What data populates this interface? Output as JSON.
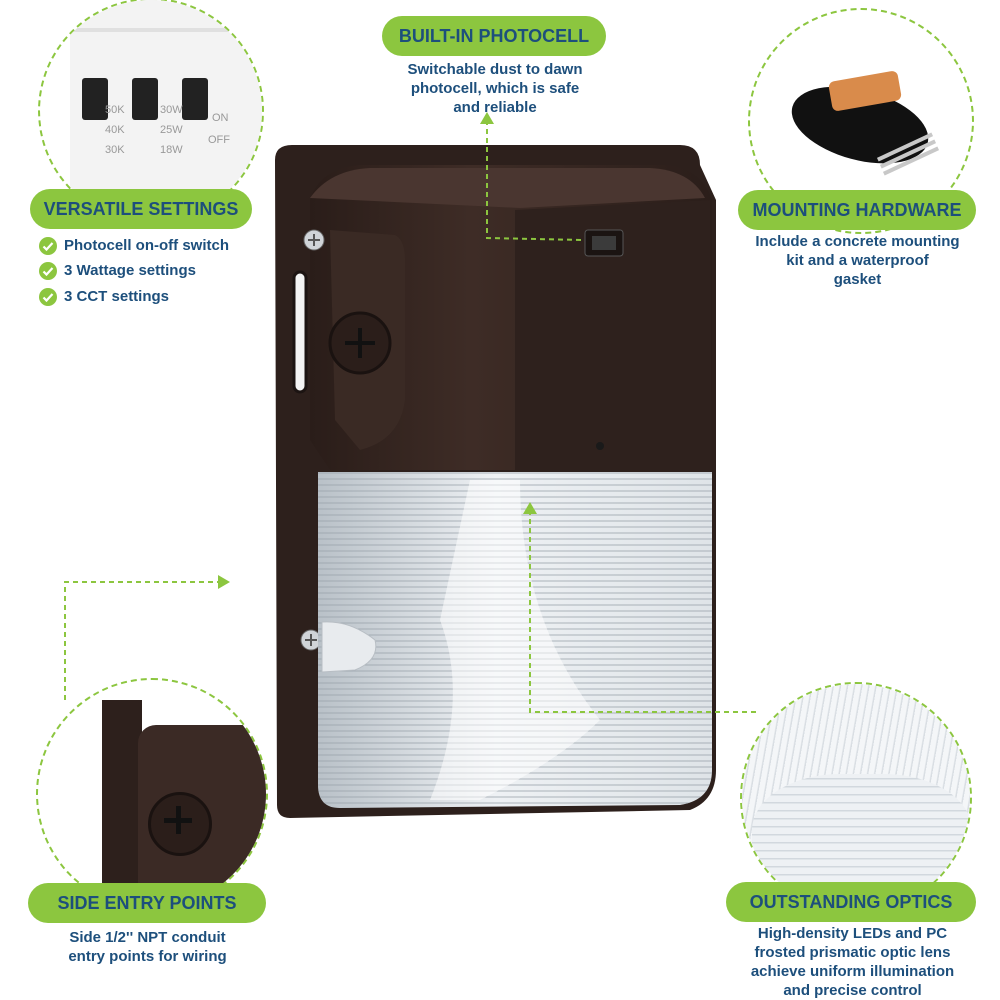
{
  "features": {
    "photocell": {
      "title": "BUILT-IN PHOTOCELL",
      "desc_lines": [
        "Switchable dust to dawn",
        "photocell, which is safe",
        "and reliable"
      ]
    },
    "versatile": {
      "title": "VERSATILE SETTINGS",
      "items": [
        "Photocell on-off switch",
        "3 Wattage settings",
        "3 CCT settings"
      ],
      "switch_labels": {
        "cct": [
          "50K",
          "40K",
          "30K"
        ],
        "watt": [
          "30W",
          "25W",
          "18W"
        ],
        "power": [
          "ON",
          "OFF"
        ]
      }
    },
    "mounting": {
      "title": "MOUNTING HARDWARE",
      "desc_lines": [
        "Include a concrete mounting",
        "kit and a waterproof",
        "gasket"
      ]
    },
    "side_entry": {
      "title": "SIDE ENTRY POINTS",
      "desc_lines": [
        "Side 1/2'' NPT conduit",
        "entry points for wiring"
      ]
    },
    "optics": {
      "title": "OUTSTANDING OPTICS",
      "desc_lines": [
        "High-density LEDs and PC",
        "frosted prismatic optic lens",
        "achieve uniform illumination",
        "and precise control"
      ]
    }
  },
  "colors": {
    "accent": "#8cc63f",
    "text": "#1d4f7c",
    "housing": "#3b2a25"
  },
  "icons": [
    "check-circle-icon",
    "screw-icon",
    "arrow-head-icon"
  ]
}
